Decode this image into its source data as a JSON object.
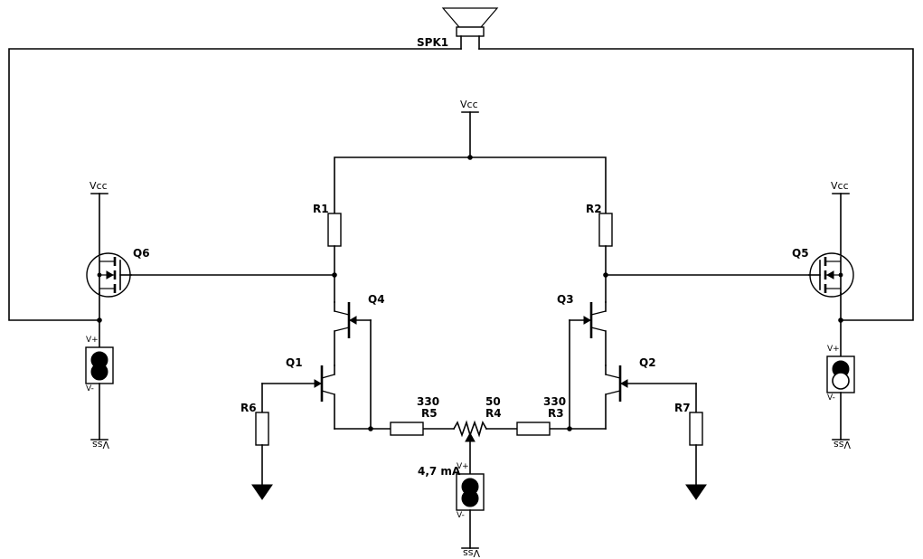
{
  "labels": {
    "speaker": "SPK1",
    "vcc": "Vcc",
    "vss": "Vss",
    "q1": "Q1",
    "q2": "Q2",
    "q3": "Q3",
    "q4": "Q4",
    "q5": "Q5",
    "q6": "Q6",
    "r1": "R1",
    "r2": "R2",
    "r3": "R3",
    "r4": "R4",
    "r5": "R5",
    "r6": "R6",
    "r7": "R7",
    "r3_value": "330",
    "r4_value": "50",
    "r5_value": "330",
    "current_source": "4,7 mA",
    "v_plus": "V+",
    "v_minus": "V-"
  }
}
